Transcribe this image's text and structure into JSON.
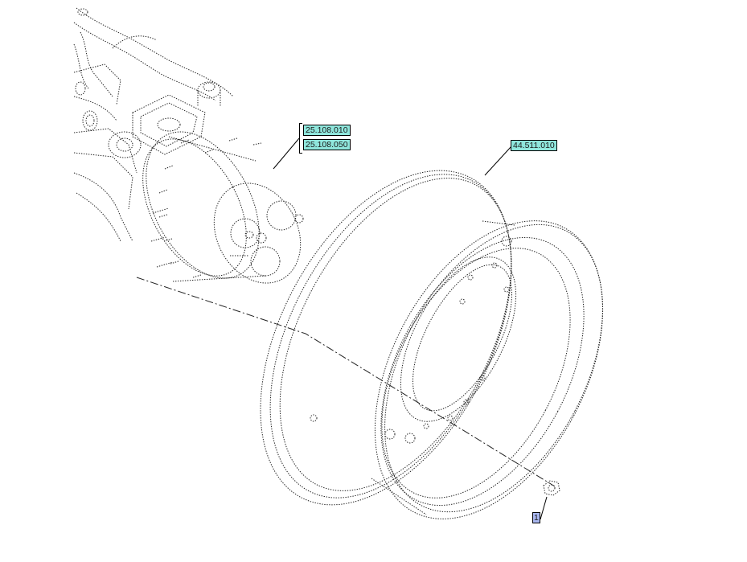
{
  "callouts": {
    "axle_ref_1": "25.108.010",
    "axle_ref_2": "25.108.050",
    "wheel_ref": "44.511.010",
    "nut_item": "1"
  },
  "colors": {
    "callout_fill": "#8fe6dc",
    "item_fill": "#aab8f0",
    "line": "#000000"
  }
}
